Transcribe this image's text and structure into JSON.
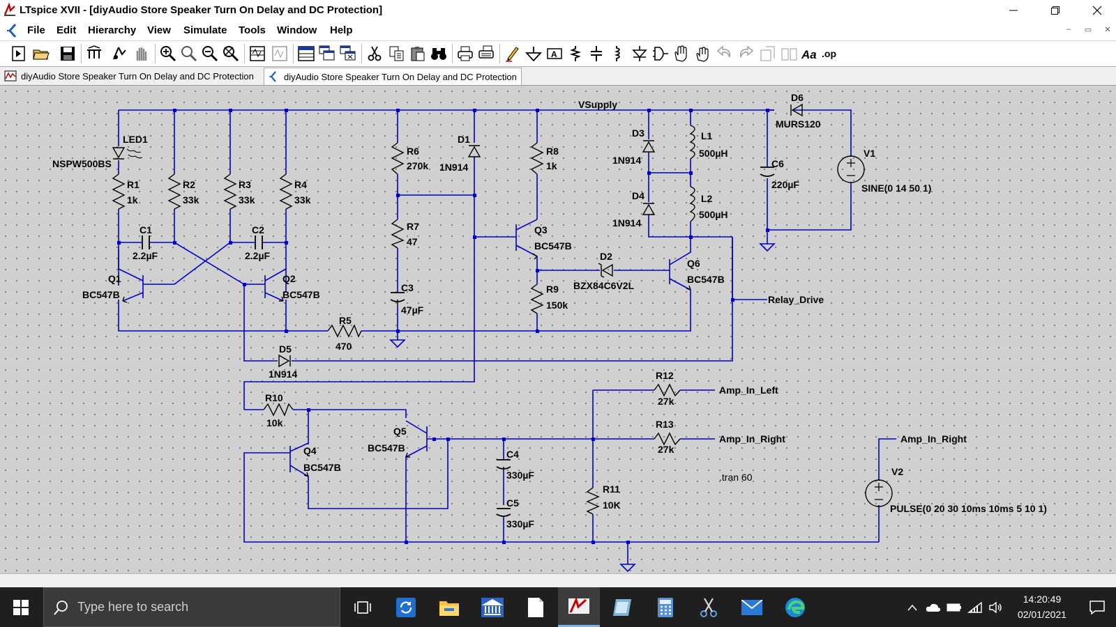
{
  "window": {
    "title": "LTspice XVII - [diyAudio Store Speaker Turn On Delay and DC Protection]"
  },
  "menu": [
    "File",
    "Edit",
    "Hierarchy",
    "View",
    "Simulate",
    "Tools",
    "Window",
    "Help"
  ],
  "tabs": [
    {
      "label": "diyAudio Store Speaker Turn On Delay and DC Protection",
      "icon": "waveform-icon"
    },
    {
      "label": "diyAudio Store Speaker Turn On Delay and DC Protection",
      "icon": "schematic-icon"
    }
  ],
  "schematic": {
    "net_labels": {
      "vsupply": "VSupply",
      "relay_drive": "Relay_Drive",
      "amp_in_left": "Amp_In_Left",
      "amp_in_right": "Amp_In_Right",
      "amp_in_right_src": "Amp_In_Right"
    },
    "directive": ".tran 60",
    "components": {
      "led1": {
        "ref": "LED1",
        "value": "NSPW500BS"
      },
      "r1": {
        "ref": "R1",
        "value": "1k"
      },
      "r2": {
        "ref": "R2",
        "value": "33k"
      },
      "r3": {
        "ref": "R3",
        "value": "33k"
      },
      "r4": {
        "ref": "R4",
        "value": "33k"
      },
      "c1": {
        "ref": "C1",
        "value": "2.2µF"
      },
      "c2": {
        "ref": "C2",
        "value": "2.2µF"
      },
      "q1": {
        "ref": "Q1",
        "value": "BC547B"
      },
      "q2": {
        "ref": "Q2",
        "value": "BC547B"
      },
      "r5": {
        "ref": "R5",
        "value": "470"
      },
      "d5": {
        "ref": "D5",
        "value": "1N914"
      },
      "r6": {
        "ref": "R6",
        "value": "270k"
      },
      "r7": {
        "ref": "R7",
        "value": "47"
      },
      "c3": {
        "ref": "C3",
        "value": "47µF"
      },
      "d1": {
        "ref": "D1",
        "value": "1N914"
      },
      "r8": {
        "ref": "R8",
        "value": "1k"
      },
      "q3": {
        "ref": "Q3",
        "value": "BC547B"
      },
      "r9": {
        "ref": "R9",
        "value": "150k"
      },
      "d2": {
        "ref": "D2",
        "value": "BZX84C6V2L"
      },
      "q6": {
        "ref": "Q6",
        "value": "BC547B"
      },
      "d3": {
        "ref": "D3",
        "value": "1N914"
      },
      "d4": {
        "ref": "D4",
        "value": "1N914"
      },
      "l1": {
        "ref": "L1",
        "value": "500µH"
      },
      "l2": {
        "ref": "L2",
        "value": "500µH"
      },
      "d6": {
        "ref": "D6",
        "value": "MURS120"
      },
      "c6": {
        "ref": "C6",
        "value": "220µF"
      },
      "v1": {
        "ref": "V1",
        "value": "SINE(0 14 50 1)"
      },
      "r10": {
        "ref": "R10",
        "value": "10k"
      },
      "q4": {
        "ref": "Q4",
        "value": "BC547B"
      },
      "q5": {
        "ref": "Q5",
        "value": "BC547B"
      },
      "c4": {
        "ref": "C4",
        "value": "330µF"
      },
      "c5": {
        "ref": "C5",
        "value": "330µF"
      },
      "r11": {
        "ref": "R11",
        "value": "10K"
      },
      "r12": {
        "ref": "R12",
        "value": "27k"
      },
      "r13": {
        "ref": "R13",
        "value": "27k"
      },
      "v2": {
        "ref": "V2",
        "value": "PULSE(0 20 30 10ms 10ms 5 10 1)"
      }
    }
  },
  "taskbar": {
    "search_placeholder": "Type here to search",
    "time": "14:20:49",
    "date": "02/01/2021"
  },
  "colors": {
    "wire": "#0000c8",
    "canvas": "#d0d0d0",
    "taskbar": "#1f1f1f"
  }
}
